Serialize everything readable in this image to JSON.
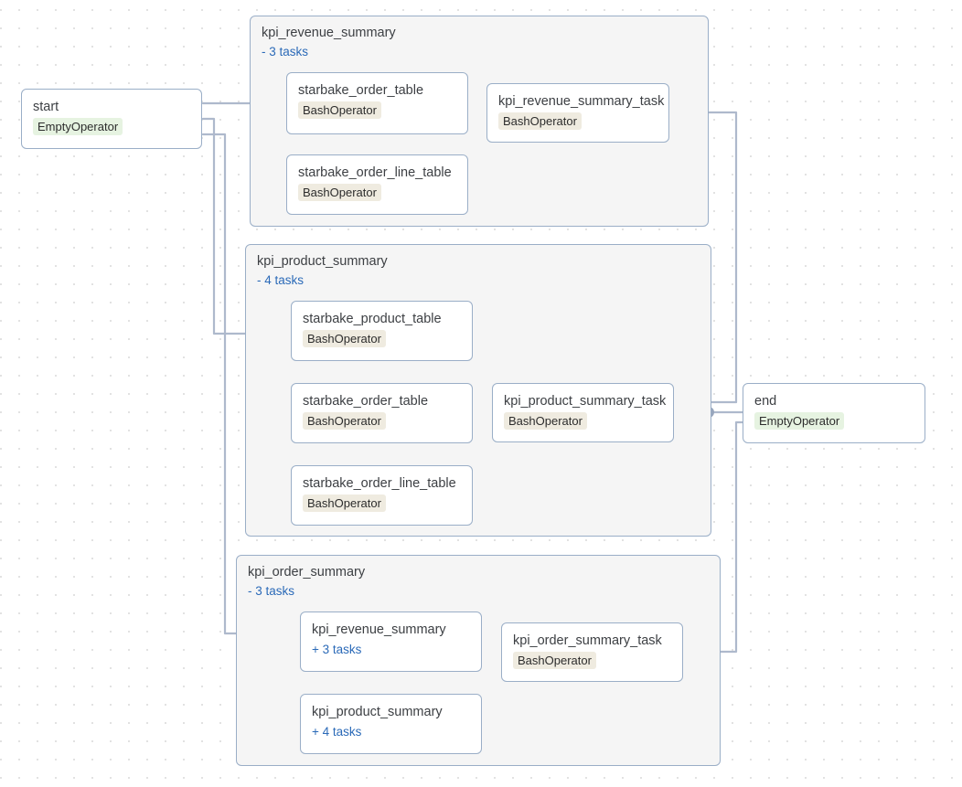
{
  "graph": {
    "view": "dag-graph",
    "edge_color": "#aeb9cc",
    "junction_color": "#98a6bd",
    "group_border_color": "#9aaec7",
    "group_fill_color": "#f5f5f5",
    "node_border_color": "#9aaec7",
    "node_fill_color": "#ffffff",
    "link_color": "#2b6ab8",
    "bash_operator_tag_color": "#efebe0",
    "empty_operator_tag_color": "#e6f3e1"
  },
  "nodes": {
    "start": {
      "title": "start",
      "operator": "EmptyOperator"
    },
    "end": {
      "title": "end",
      "operator": "EmptyOperator"
    }
  },
  "groups": [
    {
      "id": "kpi_revenue_summary",
      "title": "kpi_revenue_summary",
      "toggle": "- 3 tasks",
      "expanded": true,
      "tasks": [
        {
          "title": "starbake_order_table",
          "operator": "BashOperator"
        },
        {
          "title": "starbake_order_line_table",
          "operator": "BashOperator"
        },
        {
          "title": "kpi_revenue_summary_task",
          "operator": "BashOperator"
        }
      ]
    },
    {
      "id": "kpi_product_summary",
      "title": "kpi_product_summary",
      "toggle": "- 4 tasks",
      "expanded": true,
      "tasks": [
        {
          "title": "starbake_product_table",
          "operator": "BashOperator"
        },
        {
          "title": "starbake_order_table",
          "operator": "BashOperator"
        },
        {
          "title": "starbake_order_line_table",
          "operator": "BashOperator"
        },
        {
          "title": "kpi_product_summary_task",
          "operator": "BashOperator"
        }
      ]
    },
    {
      "id": "kpi_order_summary",
      "title": "kpi_order_summary",
      "toggle": "- 3 tasks",
      "expanded": true,
      "tasks": [
        {
          "title": "kpi_revenue_summary",
          "toggle": "+ 3 tasks",
          "collapsed": true
        },
        {
          "title": "kpi_product_summary",
          "toggle": "+ 4 tasks",
          "collapsed": true
        },
        {
          "title": "kpi_order_summary_task",
          "operator": "BashOperator"
        }
      ]
    }
  ]
}
